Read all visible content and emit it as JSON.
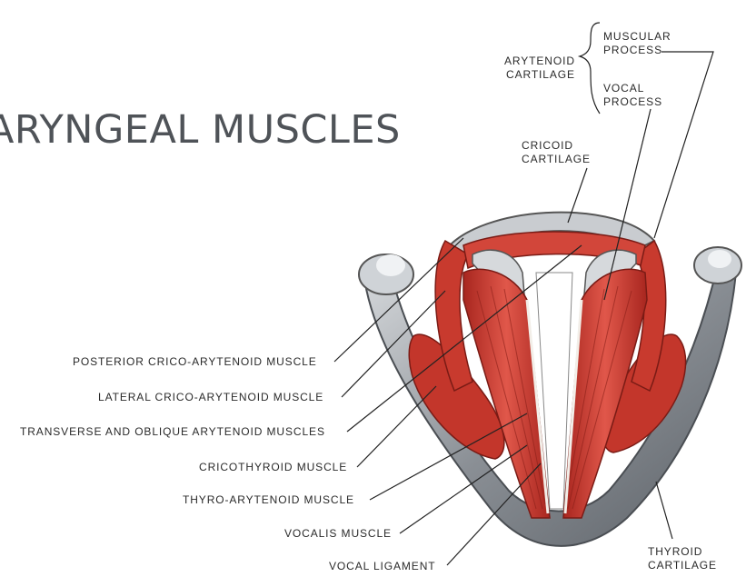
{
  "title": "ARYNGEAL MUSCLES",
  "labels": {
    "arytenoid_cartilage": [
      "ARYTENOID",
      "CARTILAGE"
    ],
    "muscular_process": [
      "MUSCULAR",
      "PROCESS"
    ],
    "vocal_process": [
      "VOCAL",
      "PROCESS"
    ],
    "cricoid_cartilage": [
      "CRICOID",
      "CARTILAGE"
    ],
    "posterior_crico_arytenoid": "POSTERIOR CRICO-ARYTENOID MUSCLE",
    "lateral_crico_arytenoid": "LATERAL CRICO-ARYTENOID MUSCLE",
    "transverse_oblique_arytenoid": "TRANSVERSE AND OBLIQUE ARYTENOID MUSCLES",
    "cricothyroid": "CRICOTHYROID MUSCLE",
    "thyro_arytenoid": "THYRO-ARYTENOID MUSCLE",
    "vocalis": "VOCALIS MUSCLE",
    "vocal_ligament": "VOCAL LIGAMENT",
    "thyroid_cartilage": [
      "THYROID",
      "CARTILAGE"
    ]
  },
  "colors": {
    "muscle": "#c8362c",
    "cartilage": "#7d8288",
    "title": "#4f5358"
  }
}
